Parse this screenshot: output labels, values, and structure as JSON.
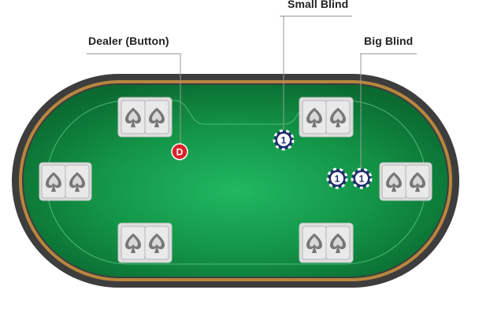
{
  "labels": {
    "dealer": "Dealer (Button)",
    "small_blind": "Small Blind",
    "big_blind": "Big Blind"
  },
  "dealer_button": {
    "text": "D",
    "color": "#d8232a"
  },
  "chips": {
    "small_blind": "1",
    "big_blind_left": "1",
    "big_blind_right": "1",
    "color": "#1f2d6b"
  },
  "colors": {
    "table_rail": "#3d3d3d",
    "table_trim": "#b8863f",
    "felt_light": "#1fb35f",
    "felt_dark": "#0b6a30",
    "card_back": "#e6e6e6",
    "label_line": "#9a9a9a"
  },
  "seats": [
    {
      "id": "seat-top-left"
    },
    {
      "id": "seat-top-right"
    },
    {
      "id": "seat-left"
    },
    {
      "id": "seat-right"
    },
    {
      "id": "seat-bottom-left"
    },
    {
      "id": "seat-bottom-right"
    }
  ]
}
